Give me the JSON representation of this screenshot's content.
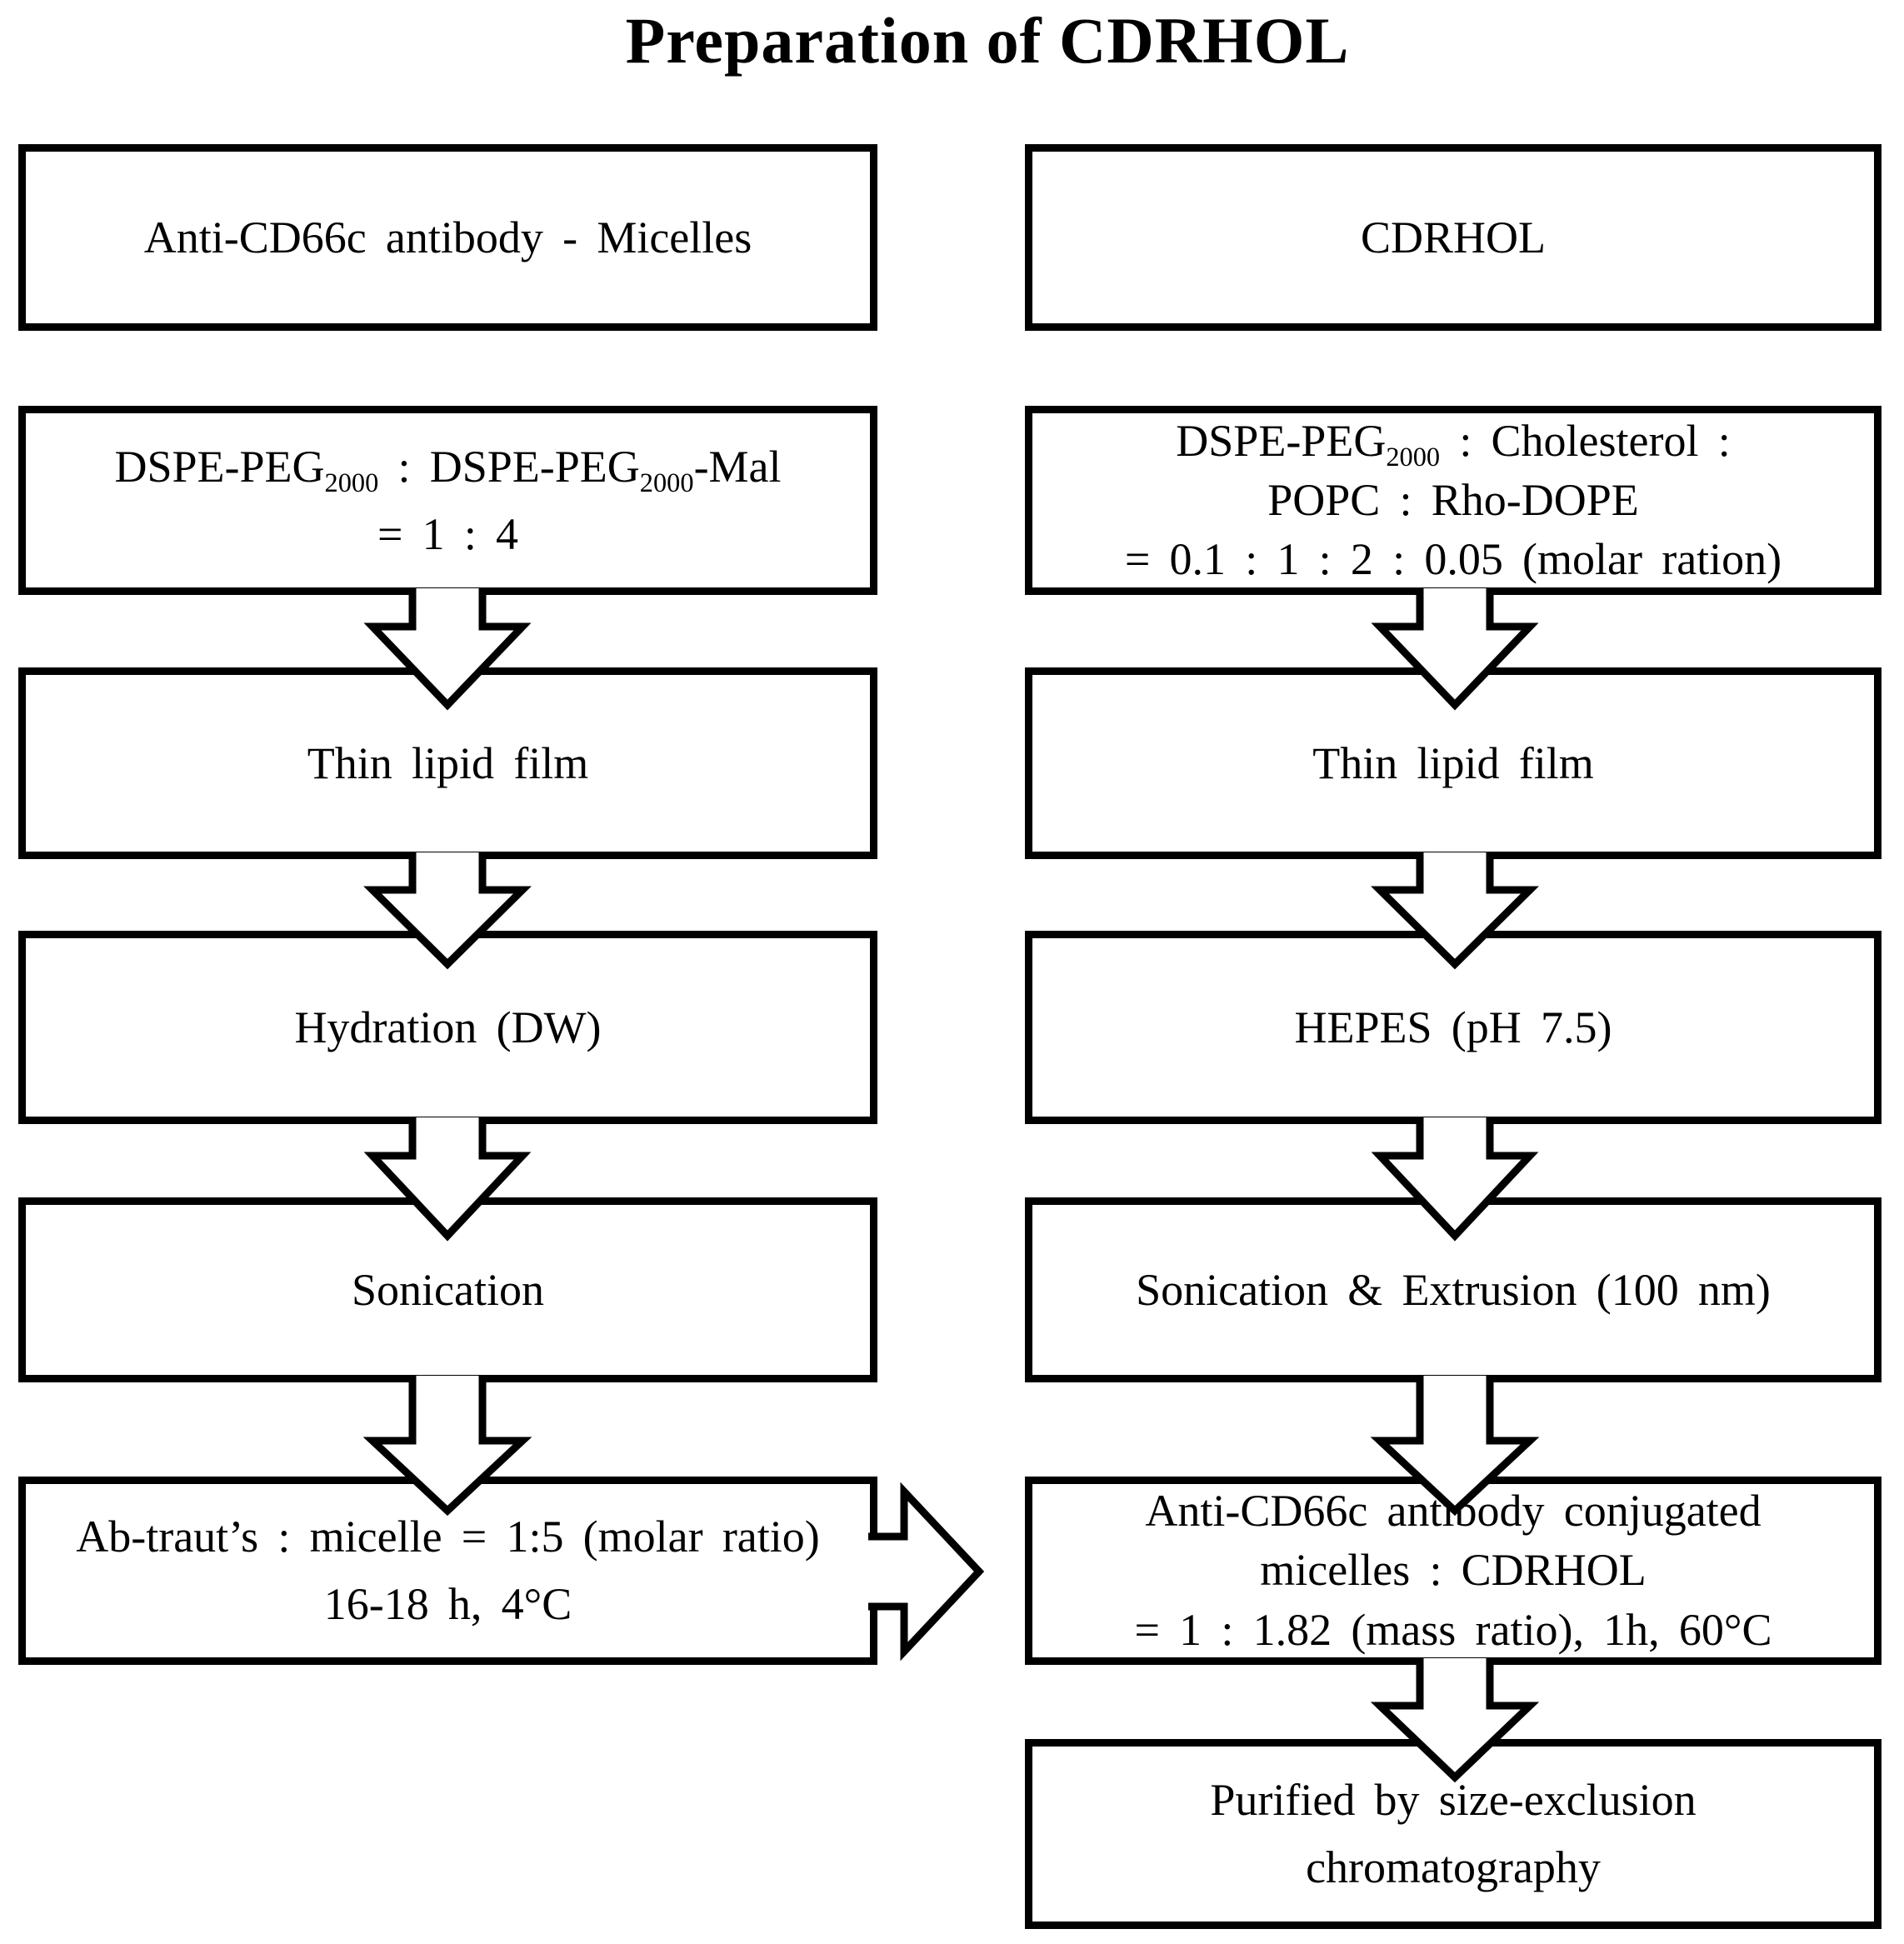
{
  "title": "Preparation of CDRHOL",
  "left_column": {
    "boxes": [
      {
        "label": "anti-cd66c-antibody-micelles",
        "lines": [
          [
            {
              "t": "Anti-CD66c antibody - Micelles"
            }
          ]
        ]
      },
      {
        "label": "dspe-peg-mal-ratio",
        "lines": [
          [
            {
              "t": "DSPE-PEG"
            },
            {
              "t": "2000",
              "sub": true
            },
            {
              "t": " : DSPE-PEG"
            },
            {
              "t": "2000",
              "sub": true
            },
            {
              "t": "-Mal"
            }
          ],
          [
            {
              "t": "= 1 : 4"
            }
          ]
        ]
      },
      {
        "label": "thin-lipid-film",
        "lines": [
          [
            {
              "t": "Thin lipid film"
            }
          ]
        ]
      },
      {
        "label": "hydration-dw",
        "lines": [
          [
            {
              "t": "Hydration (DW)"
            }
          ]
        ]
      },
      {
        "label": "sonication",
        "lines": [
          [
            {
              "t": "Sonication"
            }
          ]
        ]
      },
      {
        "label": "ab-trauts-micelle-ratio",
        "lines": [
          [
            {
              "t": "Ab-traut’s : micelle = 1:5 (molar ratio)"
            }
          ],
          [
            {
              "t": "16-18 h, 4°C"
            }
          ]
        ]
      }
    ]
  },
  "right_column": {
    "boxes": [
      {
        "label": "cdrhol",
        "lines": [
          [
            {
              "t": "CDRHOL"
            }
          ]
        ]
      },
      {
        "label": "lipid-molar-ratio",
        "lines": [
          [
            {
              "t": "DSPE-PEG"
            },
            {
              "t": "2000",
              "sub": true
            },
            {
              "t": " : Cholesterol :"
            }
          ],
          [
            {
              "t": "POPC : Rho-DOPE"
            }
          ],
          [
            {
              "t": "= 0.1 : 1 : 2 : 0.05 (molar ration)"
            }
          ]
        ]
      },
      {
        "label": "thin-lipid-film",
        "lines": [
          [
            {
              "t": "Thin lipid film"
            }
          ]
        ]
      },
      {
        "label": "hepes-buffer",
        "lines": [
          [
            {
              "t": "HEPES (pH 7.5)"
            }
          ]
        ]
      },
      {
        "label": "sonication-extrusion",
        "lines": [
          [
            {
              "t": "Sonication & Extrusion (100 nm)"
            }
          ]
        ]
      },
      {
        "label": "conjugation-mass-ratio",
        "lines": [
          [
            {
              "t": "Anti-CD66c antibody conjugated"
            }
          ],
          [
            {
              "t": "micelles : CDRHOL"
            }
          ],
          [
            {
              "t": "= 1 : 1.82 (mass ratio), 1h, 60°C"
            }
          ]
        ]
      },
      {
        "label": "size-exclusion-purification",
        "lines": [
          [
            {
              "t": "Purified by size-exclusion"
            }
          ],
          [
            {
              "t": "chromatography"
            }
          ]
        ]
      }
    ]
  }
}
